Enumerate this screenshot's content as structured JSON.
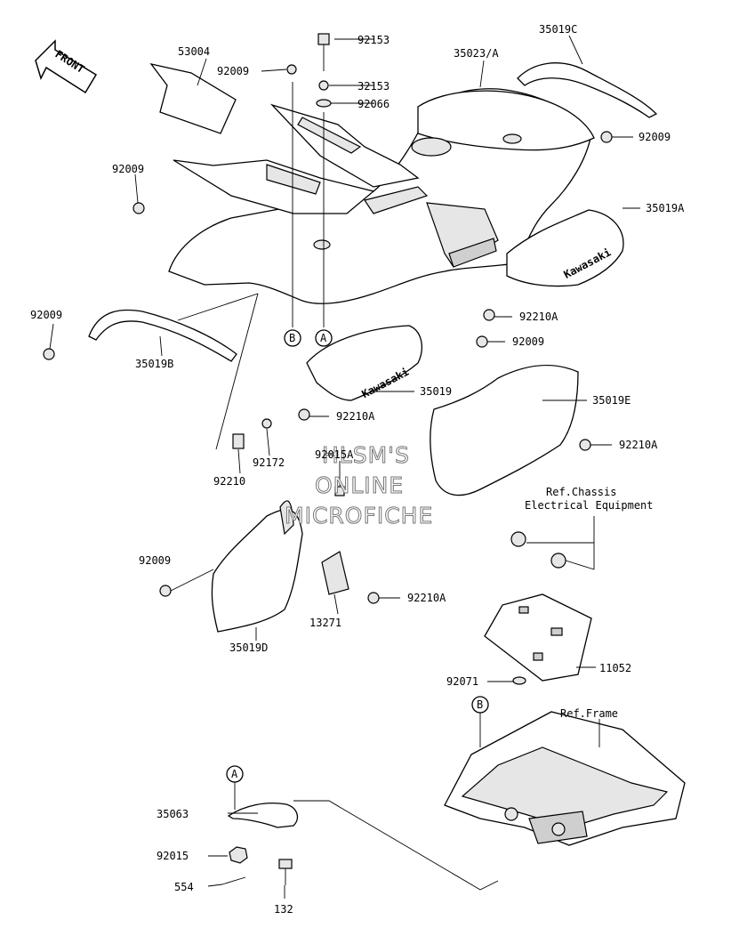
{
  "front_label": "FRONT",
  "parts": {
    "p53004": "53004",
    "p92009_top": "92009",
    "p92153": "92153",
    "p32153": "32153",
    "p92066": "92066",
    "p35023A": "35023/A",
    "p35019C": "35019C",
    "p92009_right": "92009",
    "p92009_left": "92009",
    "p35019A": "35019A",
    "p92009_b": "92009",
    "p92210A_1": "92210A",
    "p92009_mid": "92009",
    "p35019B": "35019B",
    "p35019": "35019",
    "p92210A_2": "92210A",
    "p35019E": "35019E",
    "p92172": "92172",
    "p92210": "92210",
    "p92015A": "92015A",
    "p92210A_3": "92210A",
    "p92009_low": "92009",
    "p92210A_4": "92210A",
    "p13271": "13271",
    "p35019D": "35019D",
    "p11052": "11052",
    "p92071": "92071",
    "p35063": "35063",
    "p92015": "92015",
    "p554": "554",
    "p132": "132"
  },
  "refs": {
    "chassis_line1": "Ref.Chassis",
    "chassis_line2": "Electrical Equipment",
    "frame": "Ref.Frame"
  },
  "callouts": {
    "a1": "A",
    "b1": "B",
    "a2": "A",
    "b2": "B"
  },
  "decals": {
    "decal_a": "Kawasaki",
    "decal_b": "Kawasaki"
  },
  "watermark": {
    "line1": "HLSM'S",
    "line2": "ONLINE",
    "line3": "MICROFICHE"
  }
}
